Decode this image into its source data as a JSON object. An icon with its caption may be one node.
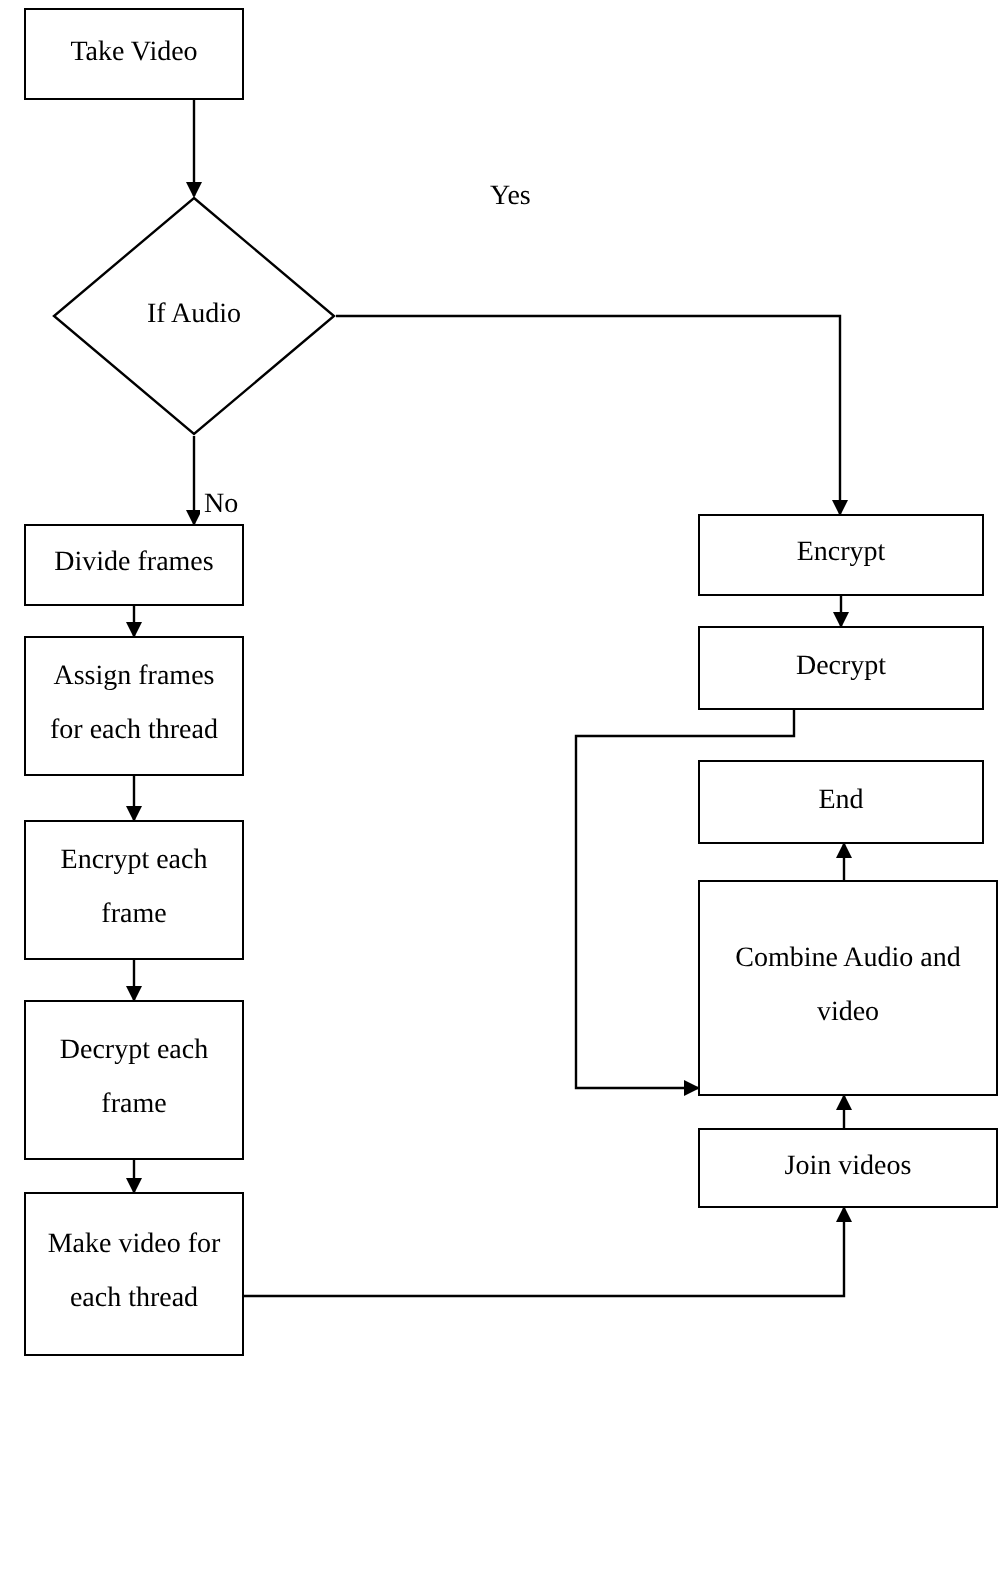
{
  "diagram": {
    "nodes": [
      {
        "text": [
          "Take Video"
        ]
      },
      {
        "text": [
          "If Audio"
        ]
      },
      {
        "text": [
          "Divide frames"
        ]
      },
      {
        "text": [
          "Assign frames for each thread"
        ]
      },
      {
        "text": [
          "Encrypt each frame"
        ]
      },
      {
        "text": [
          "Decrypt each frame"
        ]
      },
      {
        "text": [
          "Make video for each thread"
        ]
      },
      {
        "text": [
          "Encrypt"
        ]
      },
      {
        "text": [
          "Decrypt"
        ]
      },
      {
        "text": [
          "End"
        ]
      },
      {
        "text": [
          "Combine Audio and video"
        ]
      },
      {
        "text": [
          "Join videos"
        ]
      }
    ],
    "edges": [
      {
        "from": 0,
        "to": 1,
        "arrow": "to"
      },
      {
        "from": 1,
        "to": 2,
        "arrow": "to",
        "label": "No"
      },
      {
        "from": 1,
        "to": 7,
        "arrow": "to",
        "label": "Yes"
      },
      {
        "from": 2,
        "to": 3,
        "arrow": "to"
      },
      {
        "from": 3,
        "to": 4,
        "arrow": "to"
      },
      {
        "from": 4,
        "to": 5,
        "arrow": "to"
      },
      {
        "from": 5,
        "to": 6,
        "arrow": "to"
      },
      {
        "from": 6,
        "to": 11,
        "arrow": "to"
      },
      {
        "from": 7,
        "to": 8,
        "arrow": "to"
      },
      {
        "from": 8,
        "to": 10,
        "arrow": "to"
      },
      {
        "from": 11,
        "to": 10,
        "arrow": "to"
      },
      {
        "from": 10,
        "to": 9,
        "arrow": "to"
      }
    ]
  }
}
